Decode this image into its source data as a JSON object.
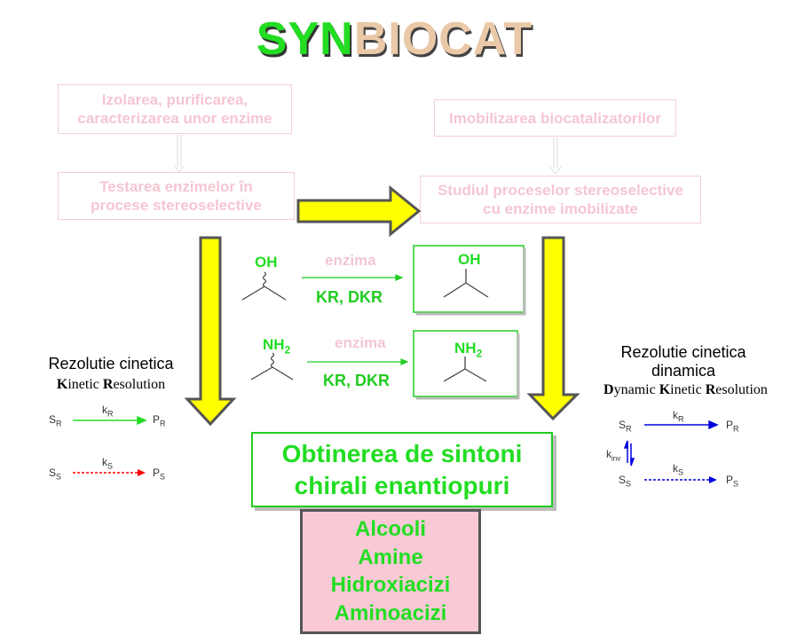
{
  "title": {
    "part1": "SYN",
    "part2": "BIOCAT"
  },
  "boxes": {
    "isolation": [
      "Izolarea, purificarea,",
      "caracterizarea unor  enzime"
    ],
    "testing": [
      "Testarea enzimelor în",
      "procese stereoselective"
    ],
    "immobilization": "Imobilizarea biocatalizatorilor",
    "study": [
      "Studiul proceselor stereoselective",
      "cu enzime imobilizate"
    ]
  },
  "reactions": [
    {
      "group": "OH",
      "enzyme": "enzima",
      "method": "KR, DKR"
    },
    {
      "group": "NH",
      "sub": "2",
      "enzyme": "enzima",
      "method": "KR, DKR"
    }
  ],
  "kinetic": {
    "title": "Rezolutie cinetica",
    "sub_k": "K",
    "sub_k_rest": "inetic ",
    "sub_r": "R",
    "sub_r_rest": "esolution",
    "sr": "S",
    "sr_sub": "R",
    "pr": "P",
    "pr_sub": "R",
    "kr": "k",
    "kr_sub": "R",
    "ss": "S",
    "ss_sub": "S",
    "ps": "P",
    "ps_sub": "S",
    "ks": "k",
    "ks_sub": "S"
  },
  "dynamic": {
    "title1": "Rezolutie cinetica",
    "title2": "dinamica",
    "sub_d": "D",
    "sub_d_rest": "ynamic ",
    "sub_k": "K",
    "sub_k_rest": "inetic ",
    "sub_r": "R",
    "sub_r_rest": "esolution",
    "kinv": "k",
    "kinv_sub": "inv"
  },
  "main": {
    "line1": "Obtinerea de sintoni",
    "line2": "chirali enantiopuri"
  },
  "products": [
    "Alcooli",
    "Amine",
    "Hidroxiacizi",
    "Aminoacizi"
  ],
  "colors": {
    "green": "#22dd22",
    "yellow": "#ffff00",
    "pink": "#f9c9d6",
    "red": "#ff0000",
    "blue": "#0000dd"
  }
}
